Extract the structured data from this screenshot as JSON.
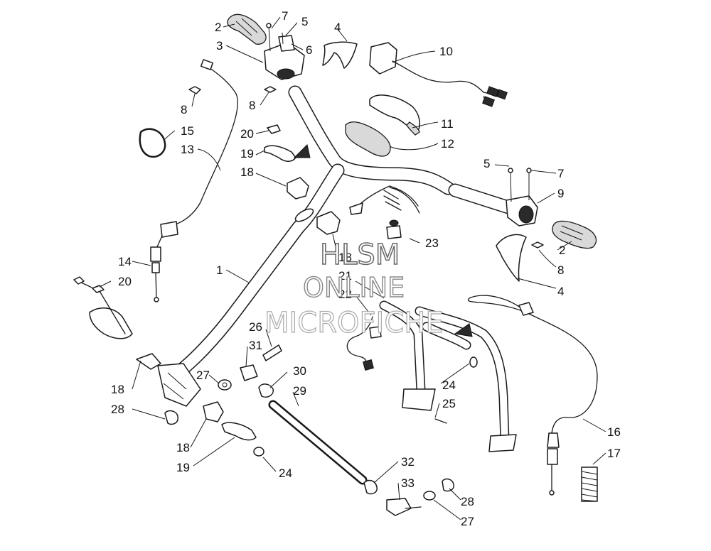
{
  "watermark": {
    "line1": "HLSM",
    "line2": "ONLINE",
    "line3": "MICROFICHE"
  },
  "callouts": [
    "1",
    "2",
    "3",
    "4",
    "5",
    "6",
    "7",
    "8",
    "9",
    "10",
    "11",
    "12",
    "13",
    "14",
    "15",
    "16",
    "17",
    "18",
    "19",
    "20",
    "21",
    "22",
    "23",
    "24",
    "25",
    "26",
    "27",
    "28",
    "29",
    "30",
    "31",
    "32",
    "33"
  ]
}
